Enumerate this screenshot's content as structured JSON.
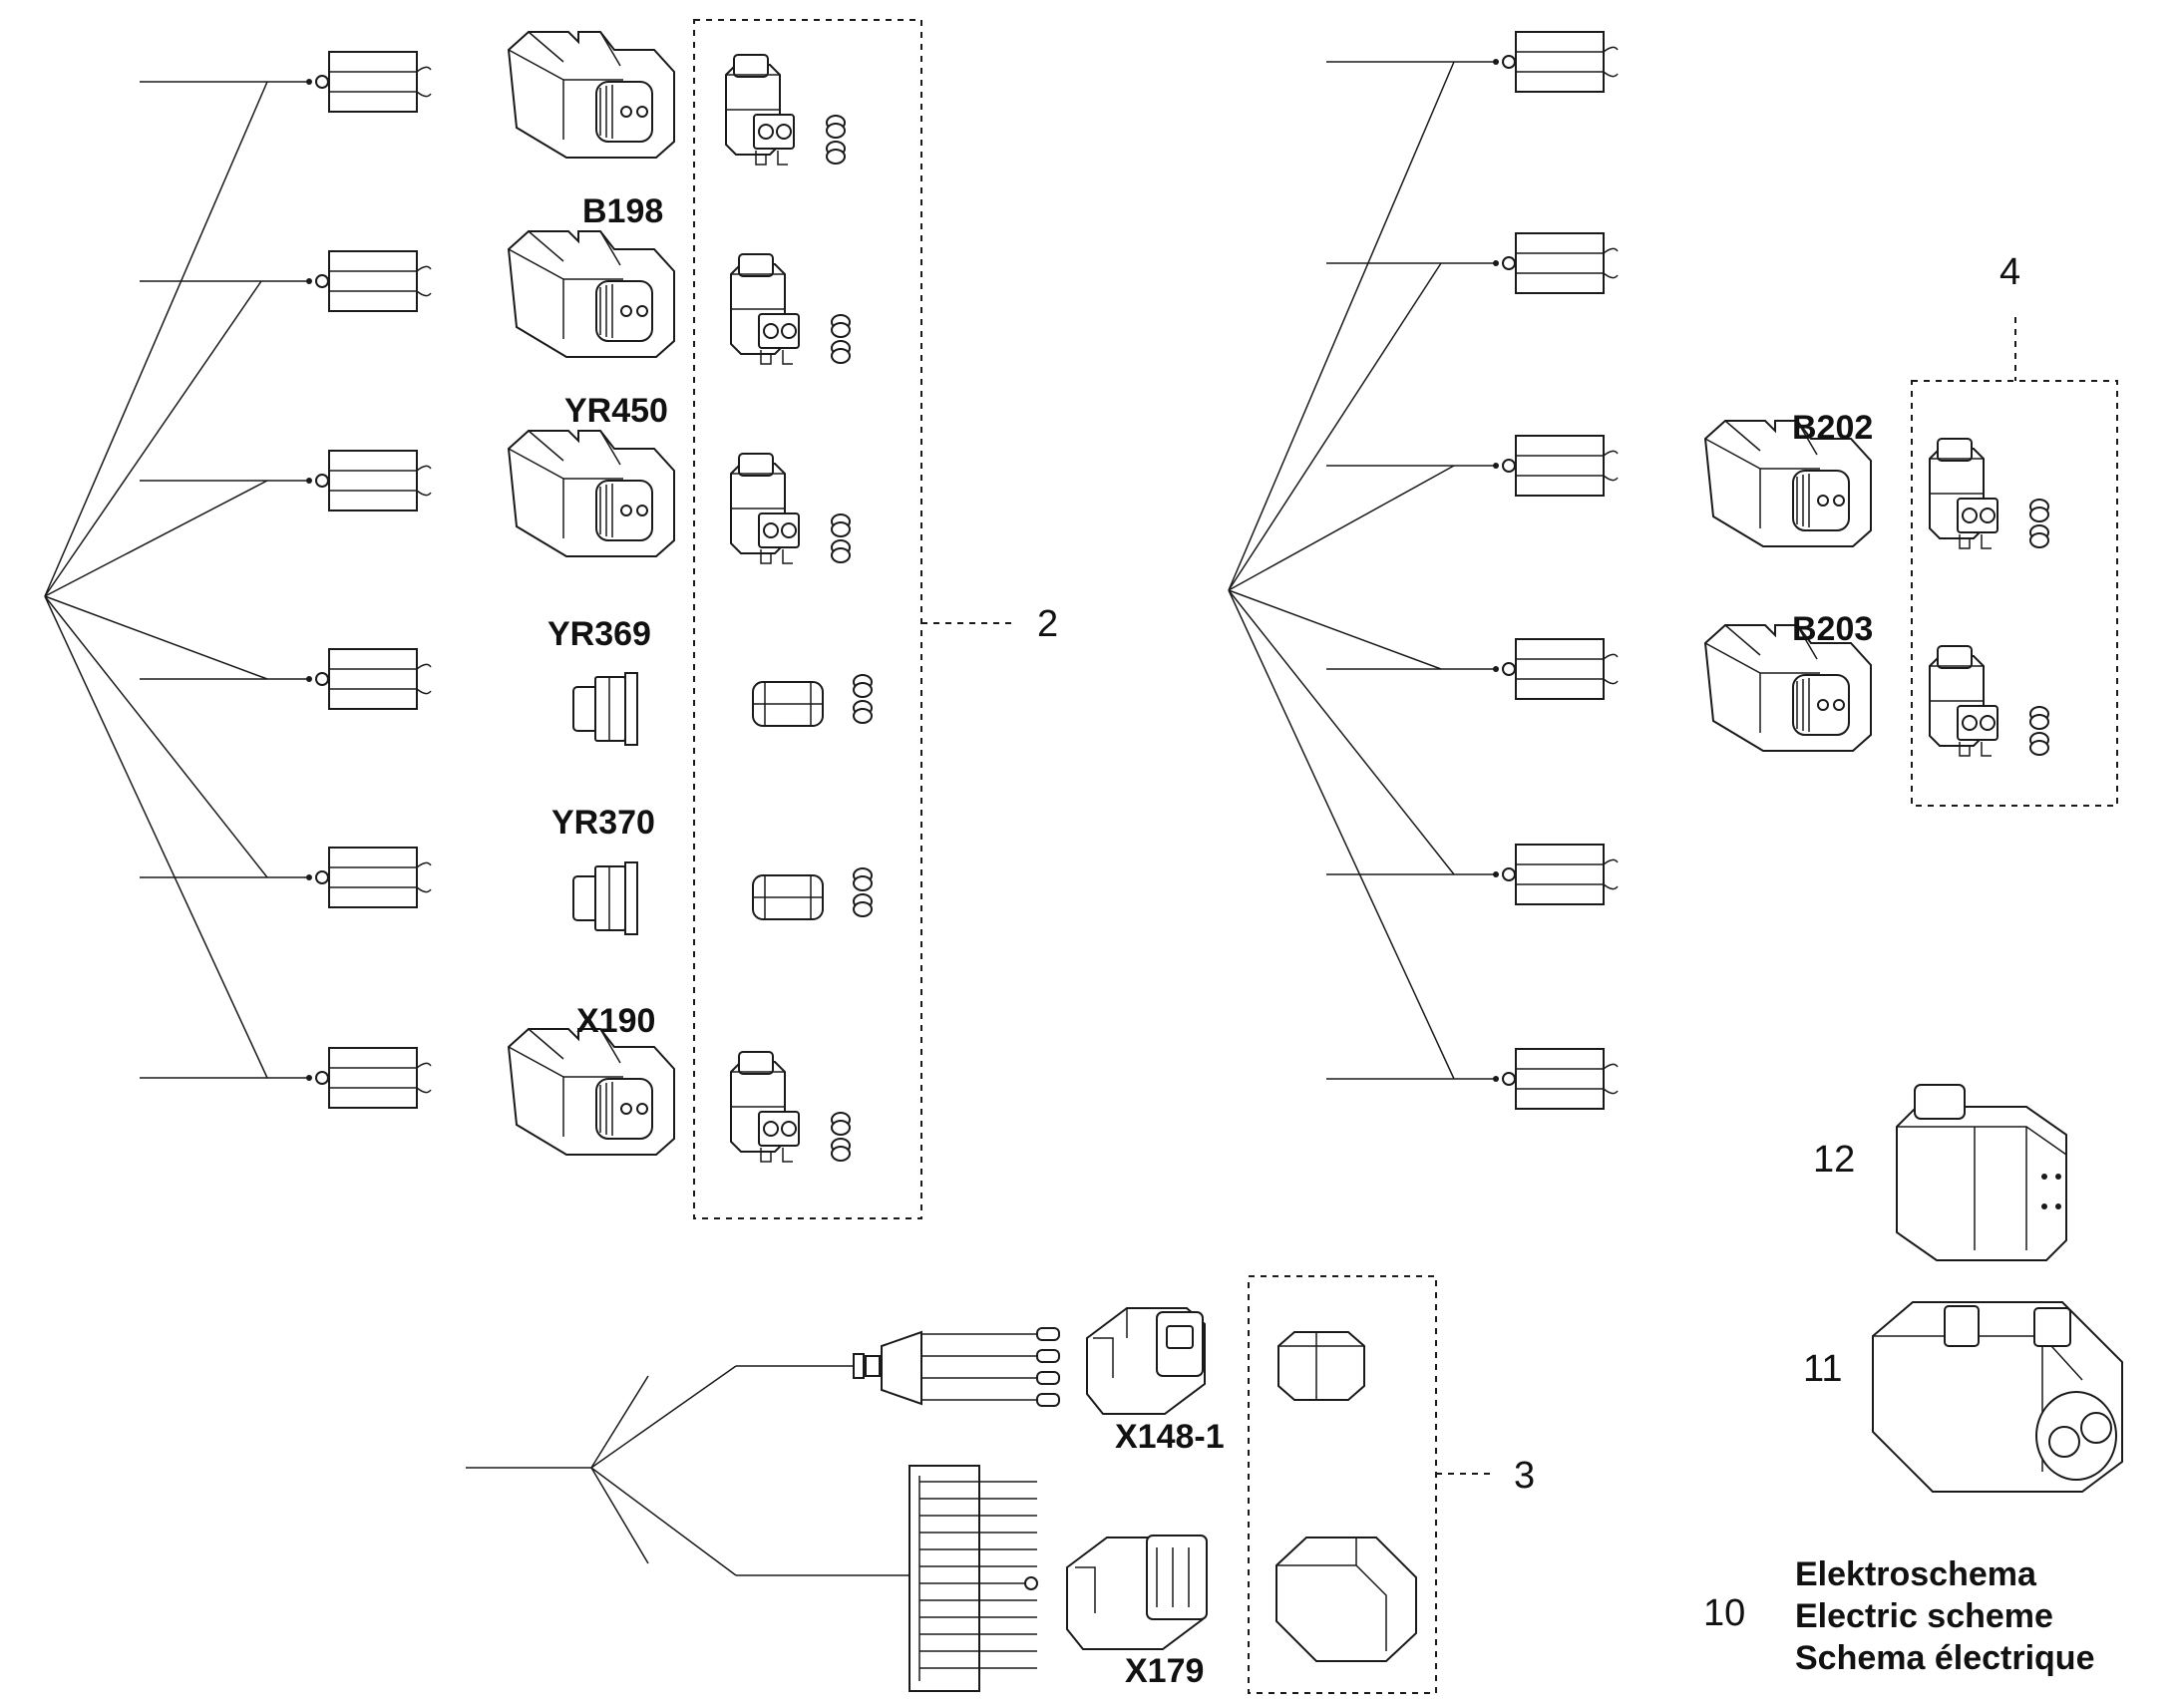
{
  "connector_labels": {
    "b198": "B198",
    "yr450": "YR450",
    "yr369": "YR369",
    "yr370": "YR370",
    "x190": "X190",
    "b202": "B202",
    "b203": "B203",
    "x148_1": "X148-1",
    "x179": "X179"
  },
  "callouts": {
    "group_2": "2",
    "group_3": "3",
    "group_4": "4",
    "item_10": "10",
    "item_11": "11",
    "item_12": "12"
  },
  "legend": {
    "line_de": "Elektroschema",
    "line_en": "Electric scheme",
    "line_fr": "Schema électrique"
  }
}
